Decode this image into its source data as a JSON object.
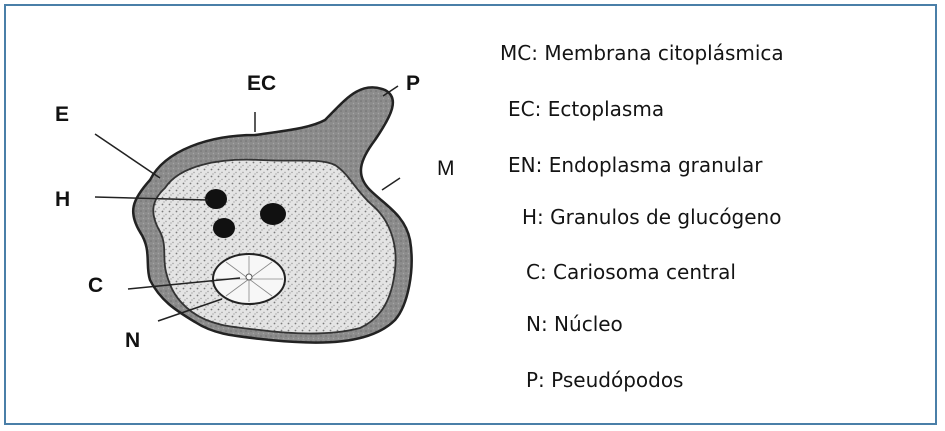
{
  "diagram": {
    "labels": {
      "ec": "EC",
      "p": "P",
      "e": "E",
      "m": "M",
      "h": "H",
      "c": "C",
      "n": "N"
    }
  },
  "legend": {
    "items": [
      "MC: Membrana citoplásmica",
      "EC: Ectoplasma",
      "EN: Endoplasma granular",
      "H: Granulos de glucógeno",
      "C: Cariosoma central",
      "N: Núcleo",
      "P: Pseudópodos"
    ]
  },
  "colors": {
    "frame_border": "#4a7fa8",
    "ectoplasm": "#8a8a8a",
    "endoplasm": "#d9d9d9",
    "outline": "#222222"
  }
}
